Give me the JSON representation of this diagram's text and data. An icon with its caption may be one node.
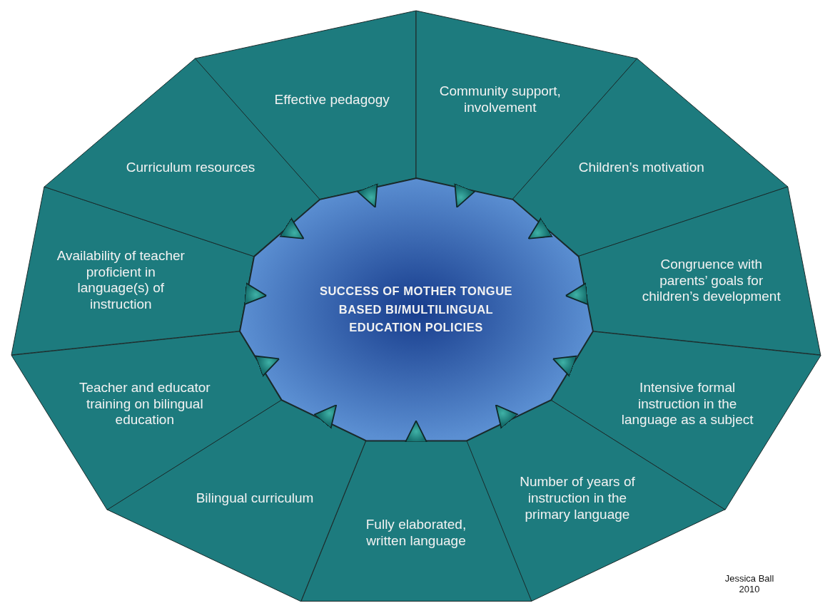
{
  "diagram": {
    "nodes": [
      {
        "text": [
          "SUCCESS OF MOTHER TONGUE BASED BI/MULTILINGUAL EDUCATION POLICIES"
        ]
      },
      {
        "text": [
          "Effective pedagogy"
        ]
      },
      {
        "text": [
          "Community support, involvement"
        ]
      },
      {
        "text": [
          "Children’s motivation"
        ]
      },
      {
        "text": [
          "Congruence with parents’ goals for children’s development"
        ]
      },
      {
        "text": [
          "Intensive formal instruction in the language as a subject"
        ]
      },
      {
        "text": [
          "Number of years of instruction in the primary language"
        ]
      },
      {
        "text": [
          "Fully elaborated, written language"
        ]
      },
      {
        "text": [
          "Bilingual curriculum"
        ]
      },
      {
        "text": [
          "Teacher and educator training on bilingual education"
        ]
      },
      {
        "text": [
          "Availability of teacher proficient in language(s) of instruction"
        ]
      },
      {
        "text": [
          "Curriculum resources"
        ]
      }
    ],
    "edges": [
      {
        "from": 1,
        "to": 0,
        "arrow": "to"
      },
      {
        "from": 2,
        "to": 0,
        "arrow": "to"
      },
      {
        "from": 3,
        "to": 0,
        "arrow": "to"
      },
      {
        "from": 4,
        "to": 0,
        "arrow": "to"
      },
      {
        "from": 5,
        "to": 0,
        "arrow": "to"
      },
      {
        "from": 6,
        "to": 0,
        "arrow": "to"
      },
      {
        "from": 7,
        "to": 0,
        "arrow": "to"
      },
      {
        "from": 8,
        "to": 0,
        "arrow": "to"
      },
      {
        "from": 9,
        "to": 0,
        "arrow": "to"
      },
      {
        "from": 10,
        "to": 0,
        "arrow": "to"
      },
      {
        "from": 11,
        "to": 0,
        "arrow": "to"
      }
    ],
    "labels": [
      "Jessica Ball 2010"
    ]
  }
}
